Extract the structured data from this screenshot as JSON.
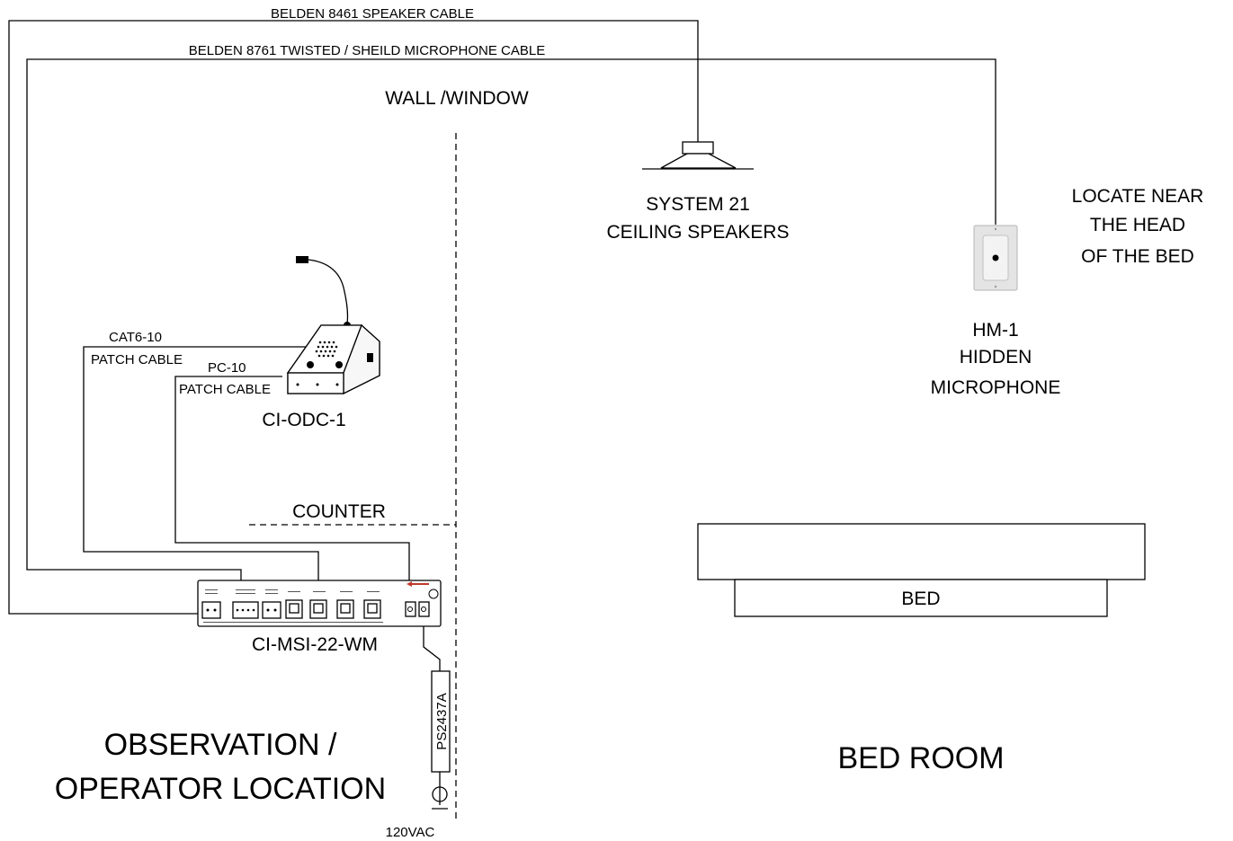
{
  "cables": {
    "speaker": "BELDEN 8461 SPEAKER CABLE",
    "microphone": "BELDEN 8761 TWISTED / SHEILD MICROPHONE CABLE"
  },
  "wall_label": "WALL /WINDOW",
  "counter_label": "COUNTER",
  "speaker": {
    "line1": "SYSTEM 21",
    "line2": "CEILING SPEAKERS"
  },
  "locate_note": {
    "line1": "LOCATE NEAR",
    "line2": "THE HEAD",
    "line3": "OF THE BED"
  },
  "microphone": {
    "line1": "HM-1",
    "line2": "HIDDEN",
    "line3": "MICROPHONE"
  },
  "patch_cat6": {
    "line1": "CAT6-10",
    "line2": "PATCH CABLE"
  },
  "patch_pc10": {
    "line1": "PC-10",
    "line2": "PATCH CABLE"
  },
  "console_label": "CI-ODC-1",
  "interface_label": "CI-MSI-22-WM",
  "power_supply_label": "PS2437A",
  "power_label": "120VAC",
  "bed_label": "BED",
  "room_left": {
    "line1": "OBSERVATION /",
    "line2": "OPERATOR LOCATION"
  },
  "room_right": "BED ROOM",
  "colors": {
    "line": "#000000",
    "accent_arrow": "#c0392b",
    "plate": "#e4e4e4"
  }
}
